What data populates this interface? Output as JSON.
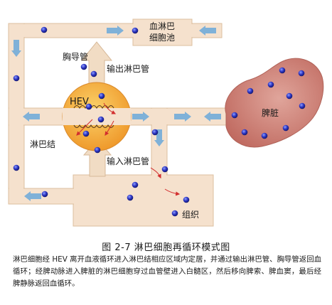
{
  "colors": {
    "vessel": "#f5e1cd",
    "vessel_stroke": "#d9b99a",
    "arrow_blue": "#7fb1d8",
    "arrow_beige": "#f1dcc4",
    "node_orange": "#f2a63a",
    "spleen": "#c97a70",
    "cell": "#2b2fa8",
    "red_arrow": "#d22e2e"
  },
  "labels": {
    "lymph_pool": [
      "血淋巴",
      "细胞池"
    ],
    "thoracic_duct": "胸导管",
    "efferent": "输出淋巴管",
    "hev": "HEV",
    "spleen": "脾脏",
    "lymph_node": "淋巴结",
    "afferent": "输入淋巴管",
    "tissue": "组织"
  },
  "caption": "图 2-7  淋巴细胞再循环模式图",
  "description": "淋巴细胞经 HEV 离开血液循环进入淋巴结相应区域内定居，并通过输出淋巴管、胸导管返回血循环；经脾动脉进入脾脏的淋巴细胞穿过血管壁进入白髓区，然后移向脾索、脾血窦，最后经脾静脉返回血循环。"
}
